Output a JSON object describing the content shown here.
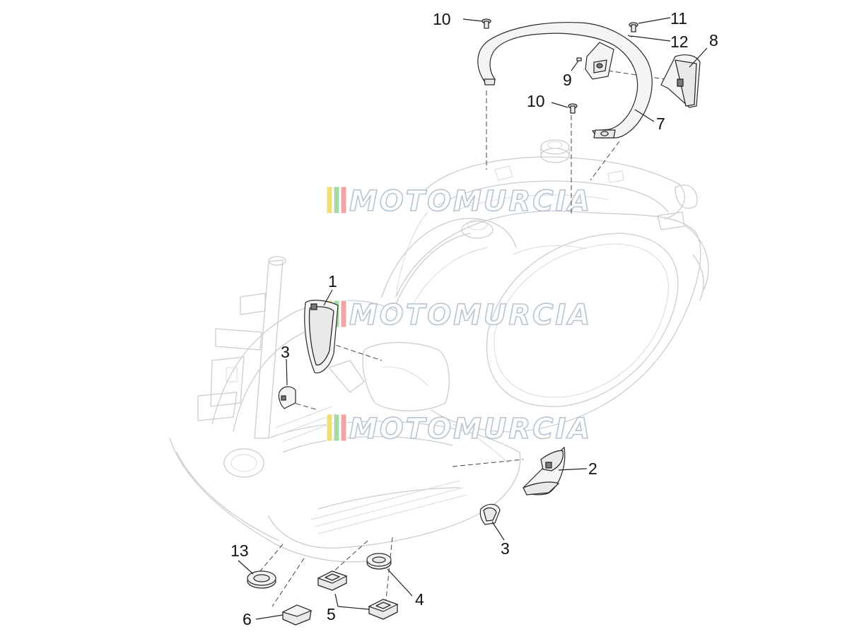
{
  "watermark": {
    "text": "MOTOMURCIA",
    "stripe_colors": [
      "#f2dd7a",
      "#a8d8a8",
      "#f2a3a3"
    ]
  },
  "callouts": {
    "c1": "1",
    "c2": "2",
    "c3a": "3",
    "c3b": "3",
    "c4": "4",
    "c5": "5",
    "c6": "6",
    "c7": "7",
    "c8": "8",
    "c9": "9",
    "c10a": "10",
    "c10b": "10",
    "c11": "11",
    "c12": "12",
    "c13": "13"
  }
}
